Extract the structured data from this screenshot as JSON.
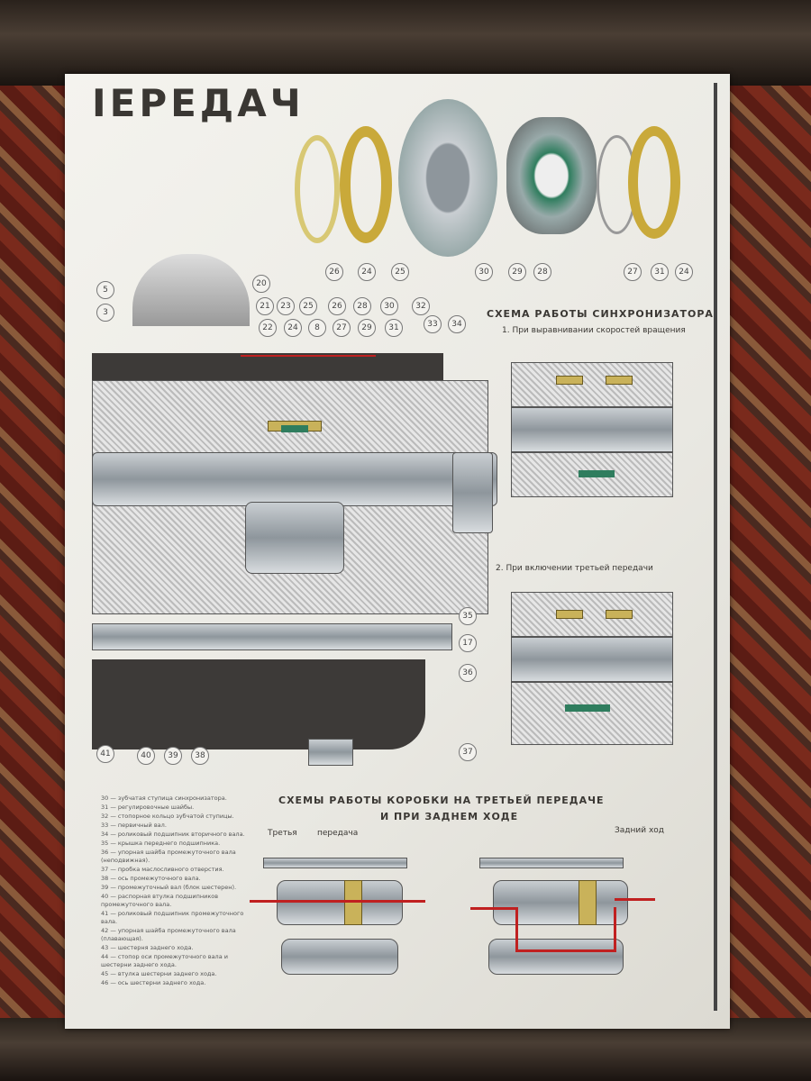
{
  "title": "ІЕРЕДАЧ",
  "synchro": {
    "heading": "СХЕМА РАБОТЫ СИНХРОНИЗАТОРА",
    "step1": "1. При выравнивании скоростей вращения",
    "step2": "2. При включении третьей передачи"
  },
  "schemes": {
    "heading1": "СХЕМЫ РАБОТЫ КОРОБКИ НА ТРЕТЬЕЙ ПЕРЕДАЧЕ",
    "heading2": "И ПРИ ЗАДНЕМ ХОДЕ",
    "left_label_a": "Третья",
    "left_label_b": "передача",
    "right_label": "Задний ход"
  },
  "callouts_top": [
    "26",
    "24",
    "25",
    "30",
    "29",
    "28",
    "27",
    "31",
    "24"
  ],
  "callouts_main": [
    "5",
    "3",
    "20",
    "21",
    "22",
    "23",
    "24",
    "25",
    "8",
    "26",
    "27",
    "28",
    "29",
    "30",
    "31",
    "32",
    "33",
    "34"
  ],
  "callouts_right": [
    "35",
    "17",
    "36",
    "37"
  ],
  "callouts_bottom": [
    "41",
    "40",
    "39",
    "38"
  ],
  "legend": [
    "30 — зубчатая ступица синхронизатора.",
    "31 — регулировочные шайбы.",
    "32 — стопорное кольцо зубчатой ступицы.",
    "33 — первичный вал.",
    "34 — роликовый подшипник вторичного вала.",
    "35 — крышка переднего подшипника.",
    "36 — упорная шайба промежуточного вала (неподвижная).",
    "37 — пробка маслосливного отверстия.",
    "38 — ось промежуточного вала.",
    "39 — промежуточный вал (блок шестерен).",
    "40 — распорная втулка подшипников промежуточного вала.",
    "41 — роликовый подшипник промежуточного вала.",
    "42 — упорная шайба промежуточного вала (плавающая).",
    "43 — шестерня заднего хода.",
    "44 — стопор оси промежуточного вала и шестерни заднего хода.",
    "45 — втулка шестерни заднего хода.",
    "46 — ось шестерни заднего хода."
  ]
}
